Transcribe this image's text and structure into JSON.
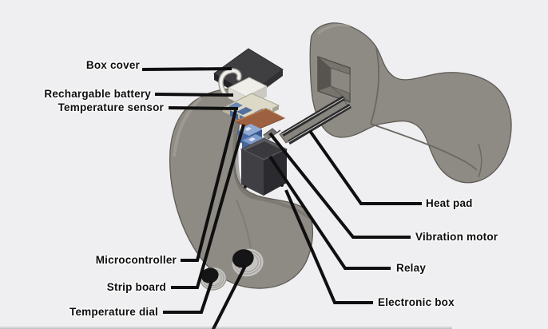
{
  "scene": {
    "background": "#efeef0"
  },
  "labels": [
    {
      "id": "box-cover",
      "text": "Box cover",
      "side": "left"
    },
    {
      "id": "rechargable-battery",
      "text": "Rechargable battery",
      "side": "left"
    },
    {
      "id": "temperature-sensor",
      "text": "Temperature sensor",
      "side": "left"
    },
    {
      "id": "microcontroller",
      "text": "Microcontroller",
      "side": "left"
    },
    {
      "id": "strip-board",
      "text": "Strip board",
      "side": "left"
    },
    {
      "id": "temperature-dial",
      "text": "Temperature dial",
      "side": "left"
    },
    {
      "id": "heat-pad",
      "text": "Heat pad",
      "side": "right"
    },
    {
      "id": "vibration-motor",
      "text": "Vibration motor",
      "side": "right"
    },
    {
      "id": "relay",
      "text": "Relay",
      "side": "right"
    },
    {
      "id": "electronic-box",
      "text": "Electronic box",
      "side": "right"
    }
  ],
  "colors": {
    "background": "#efeef0",
    "leader_line": "#0f0f0f",
    "label_text": "#0d0d0d",
    "handle": "#8e8a84",
    "handle_edge": "#5e5b56",
    "box_cover": "#3f3f42",
    "battery": "#f0eee8",
    "circuit_board": "#ddd9c7",
    "sensor_blue": "#51709f",
    "strip_board_copper": "#9d6040",
    "relay_blue": "#4d6ca3",
    "electronic_box": "#403f43",
    "rod_dark": "#2c2c2e",
    "dial_metal": "#c7c5c1",
    "dial_top": "#151515"
  }
}
